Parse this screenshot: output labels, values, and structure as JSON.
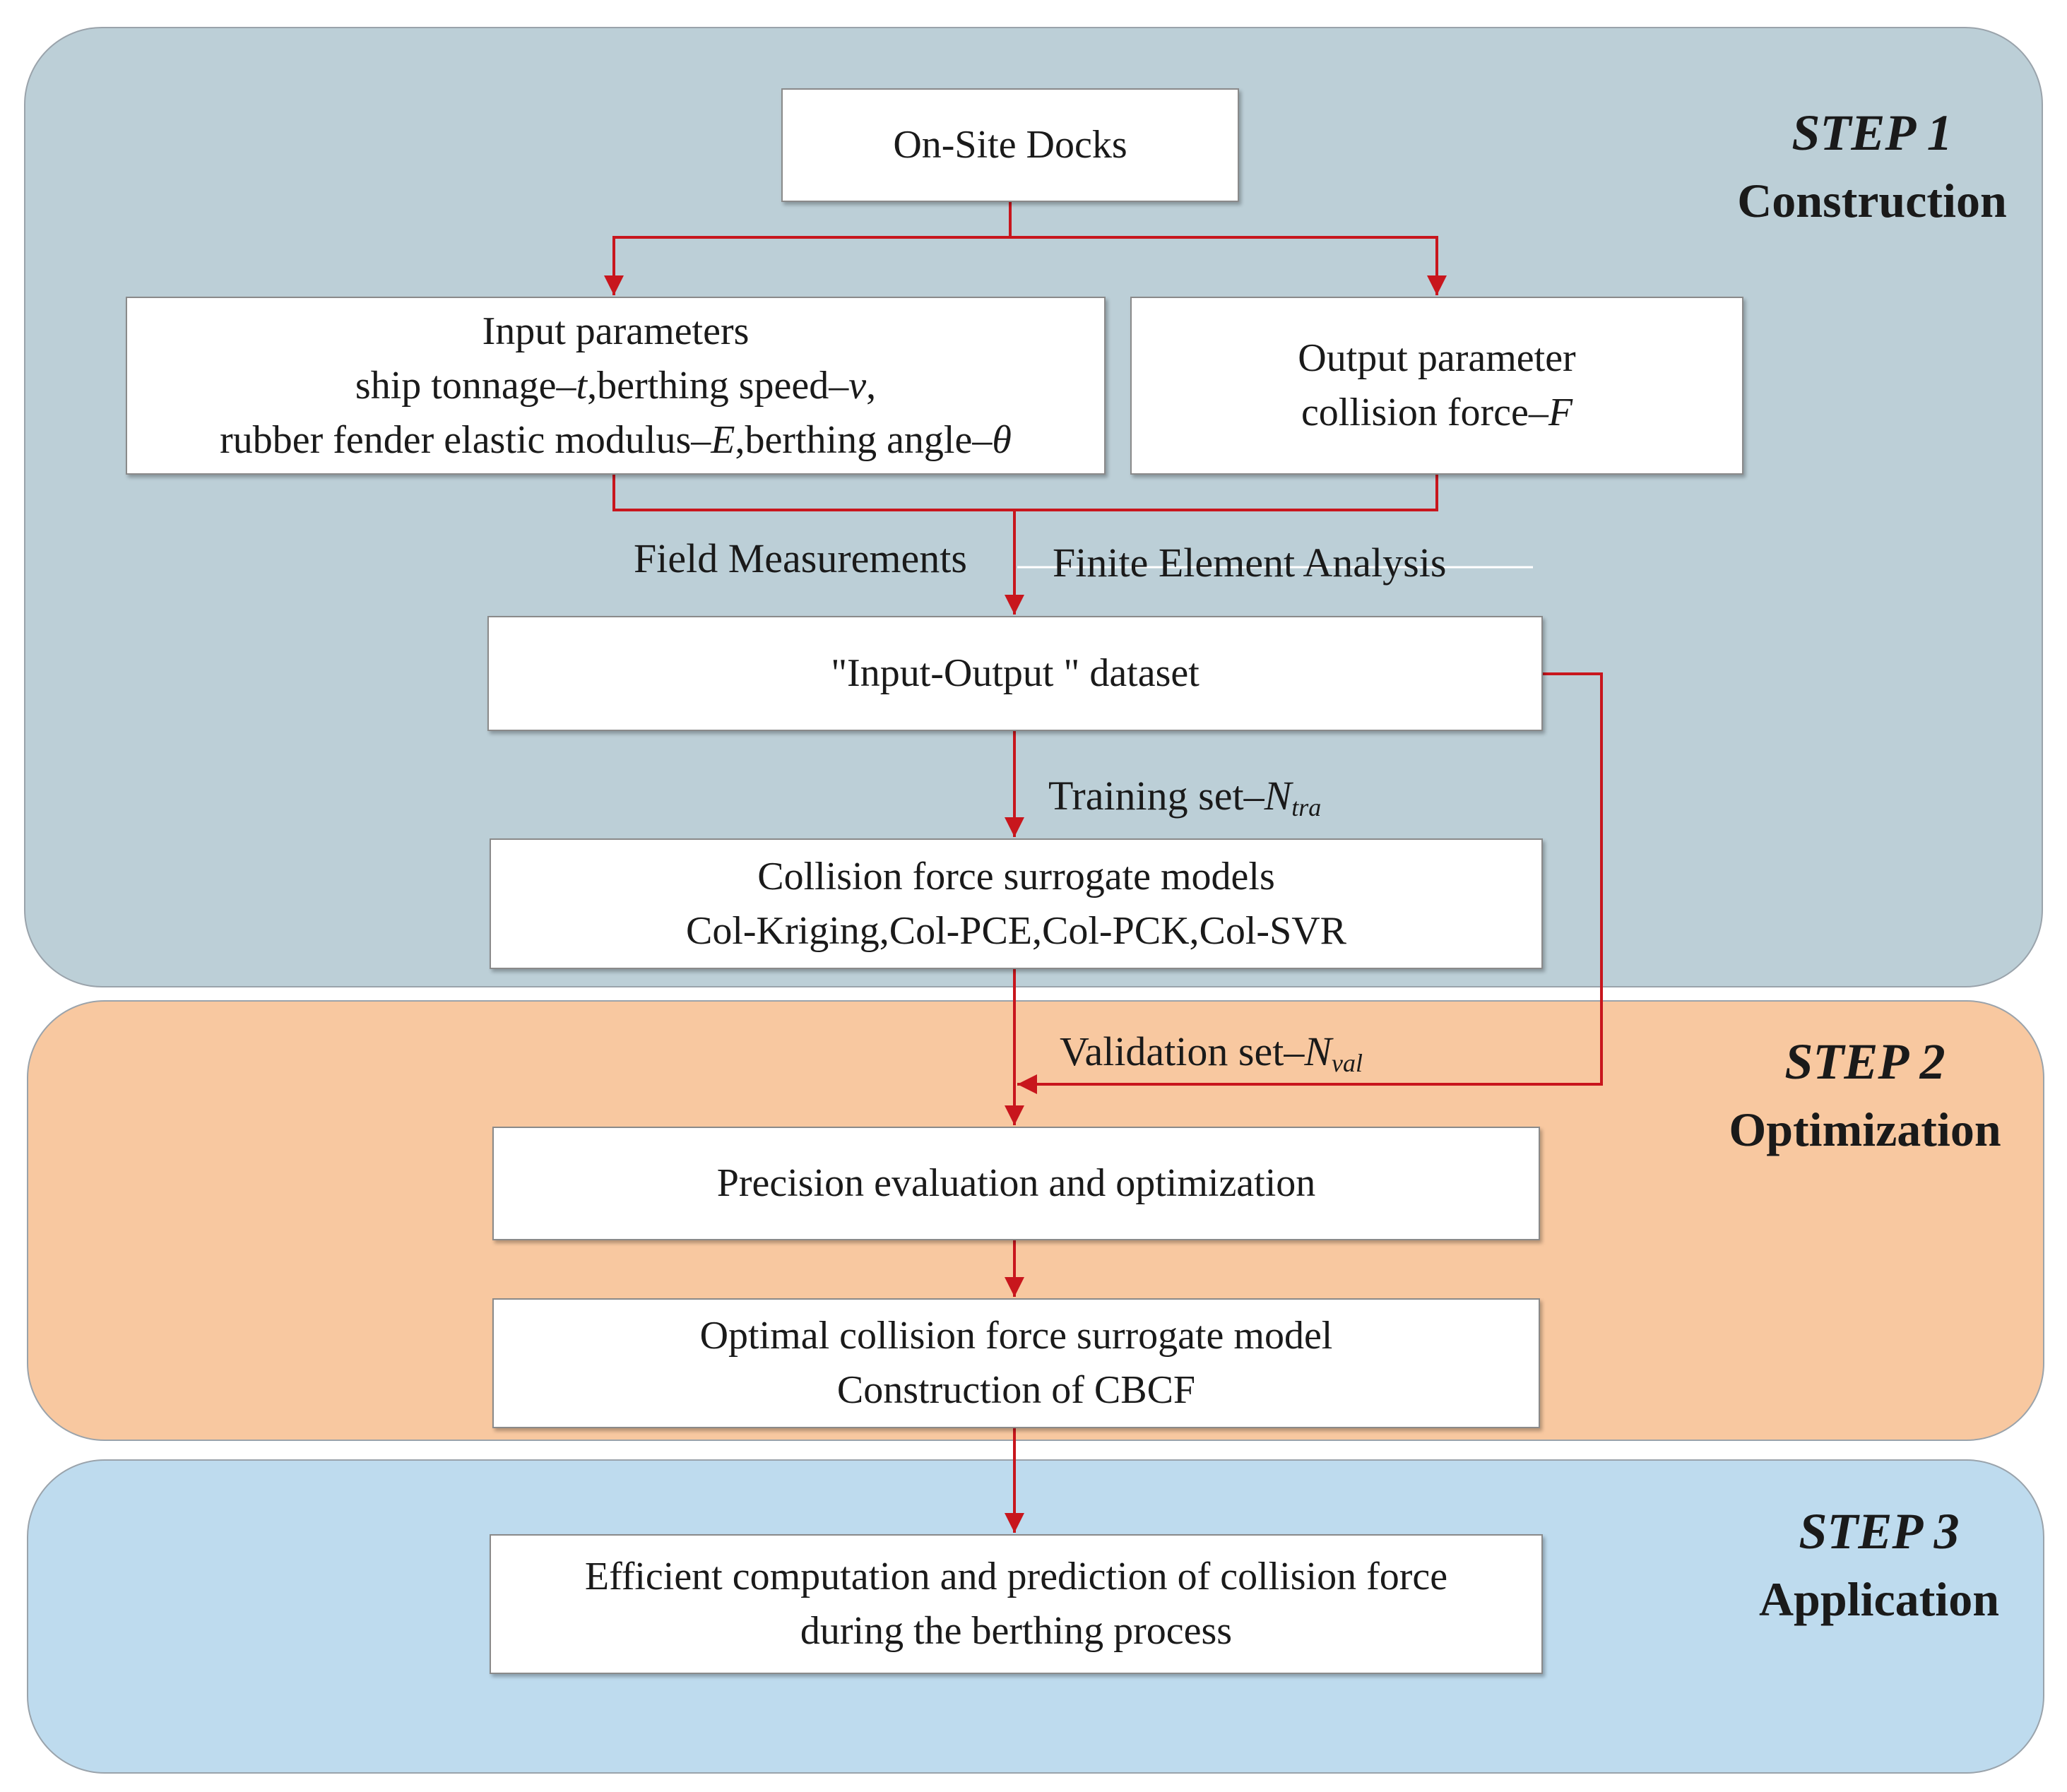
{
  "steps": [
    {
      "number": "STEP 1",
      "name": "Construction"
    },
    {
      "number": "STEP 2",
      "name": "Optimization"
    },
    {
      "number": "STEP 3",
      "name": "Application"
    }
  ],
  "boxes": {
    "onsite": "On-Site Docks",
    "input": {
      "title": "Input parameters",
      "p1_label": "ship tonnage",
      "p1_sym": "t",
      "p2_label": "berthing speed",
      "p2_sym": "v",
      "p3_label": "rubber fender elastic modulus",
      "p3_sym": "E",
      "p4_label": "berthing angle",
      "p4_sym": "θ"
    },
    "output": {
      "title": "Output parameter",
      "p1_label": "collision force",
      "p1_sym": "F"
    },
    "dataset": "\"Input-Output \" dataset",
    "surrogate": {
      "line1": "Collision force surrogate models",
      "line2": "Col-Kriging,Col-PCE,Col-PCK,Col-SVR"
    },
    "precision": "Precision evaluation and optimization",
    "optimal": {
      "line1": "Optimal collision force surrogate model",
      "line2": "Construction of CBCF"
    },
    "efficient": {
      "line1": "Efficient computation and prediction of collision force",
      "line2": "during the berthing process"
    }
  },
  "labels": {
    "field": "Field Measurements",
    "fea": "Finite Element Analysis",
    "training": "Training set",
    "training_sym": "N",
    "training_sub": "tra",
    "validation": "Validation set",
    "validation_sym": "N",
    "validation_sub": "val",
    "dash": "–"
  },
  "colors": {
    "arrow": "#c8161d",
    "step1_bg": "#bccfd7",
    "step2_bg": "#f8c8a0",
    "step3_bg": "#bedbee"
  }
}
